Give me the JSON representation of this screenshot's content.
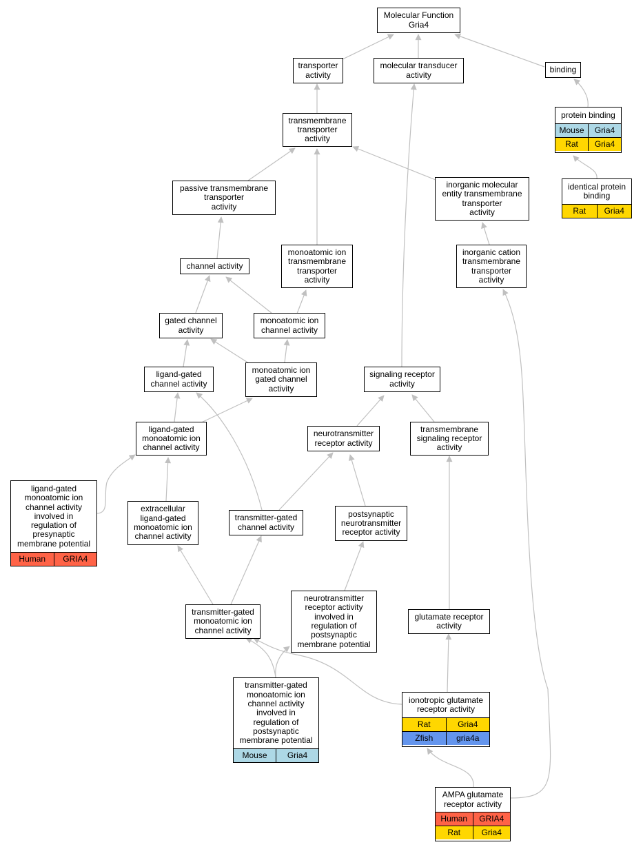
{
  "nodes": {
    "root": {
      "label": "Molecular Function\nGria4"
    },
    "transporter": {
      "label": "transporter\nactivity"
    },
    "transducer": {
      "label": "molecular transducer\nactivity"
    },
    "binding": {
      "label": "binding"
    },
    "protein_binding": {
      "label": "protein binding",
      "annotations": [
        [
          "Mouse",
          "Gria4"
        ],
        [
          "Rat",
          "Gria4"
        ]
      ]
    },
    "identical_protein_binding": {
      "label": "identical protein\nbinding",
      "annotations": [
        [
          "Rat",
          "Gria4"
        ]
      ]
    },
    "tm_transporter": {
      "label": "transmembrane\ntransporter\nactivity"
    },
    "passive_tm": {
      "label": "passive transmembrane\ntransporter\nactivity"
    },
    "inorganic_mol": {
      "label": "inorganic molecular\nentity transmembrane\ntransporter\nactivity"
    },
    "inorganic_cation": {
      "label": "inorganic cation\ntransmembrane\ntransporter\nactivity"
    },
    "monoatomic_tm": {
      "label": "monoatomic ion\ntransmembrane\ntransporter\nactivity"
    },
    "channel": {
      "label": "channel activity"
    },
    "gated_channel": {
      "label": "gated channel\nactivity"
    },
    "monoatomic_channel": {
      "label": "monoatomic ion\nchannel activity"
    },
    "ligand_gated": {
      "label": "ligand-gated\nchannel activity"
    },
    "monoatomic_gated": {
      "label": "monoatomic ion\ngated channel\nactivity"
    },
    "signaling_receptor": {
      "label": "signaling receptor\nactivity"
    },
    "lg_monoatomic": {
      "label": "ligand-gated\nmonoatomic ion\nchannel activity"
    },
    "nt_receptor": {
      "label": "neurotransmitter\nreceptor activity"
    },
    "tm_signaling": {
      "label": "transmembrane\nsignaling receptor\nactivity"
    },
    "lg_presynaptic": {
      "label": "ligand-gated\nmonoatomic ion\nchannel activity\ninvolved in\nregulation of\npresynaptic\nmembrane potential",
      "annotations": [
        [
          "Human",
          "GRIA4"
        ]
      ]
    },
    "extracellular_lg": {
      "label": "extracellular\nligand-gated\nmonoatomic ion\nchannel activity"
    },
    "tx_gated_channel": {
      "label": "transmitter-gated\nchannel activity"
    },
    "postsyn_nt": {
      "label": "postsynaptic\nneurotransmitter\nreceptor activity"
    },
    "tx_gated_monoatomic": {
      "label": "transmitter-gated\nmonoatomic ion\nchannel activity"
    },
    "nt_reg_postsyn": {
      "label": "neurotransmitter\nreceptor activity\ninvolved in\nregulation of\npostsynaptic\nmembrane potential"
    },
    "glutamate_receptor": {
      "label": "glutamate receptor\nactivity"
    },
    "tx_gated_postsyn": {
      "label": "transmitter-gated\nmonoatomic ion\nchannel activity\ninvolved in\nregulation of\npostsynaptic\nmembrane potential",
      "annotations": [
        [
          "Mouse",
          "Gria4"
        ]
      ]
    },
    "ionotropic_glu": {
      "label": "ionotropic glutamate\nreceptor activity",
      "annotations": [
        [
          "Rat",
          "Gria4"
        ],
        [
          "Zfish",
          "gria4a"
        ]
      ]
    },
    "ampa": {
      "label": "AMPA glutamate\nreceptor activity",
      "annotations": [
        [
          "Human",
          "GRIA4"
        ],
        [
          "Rat",
          "Gria4"
        ]
      ]
    }
  },
  "species_colors": {
    "Human": "#ff6347",
    "Rat": "#ffd700",
    "Mouse": "#add8e6",
    "Zfish": "#6495ed"
  },
  "edge_color": "#c0c0c0"
}
